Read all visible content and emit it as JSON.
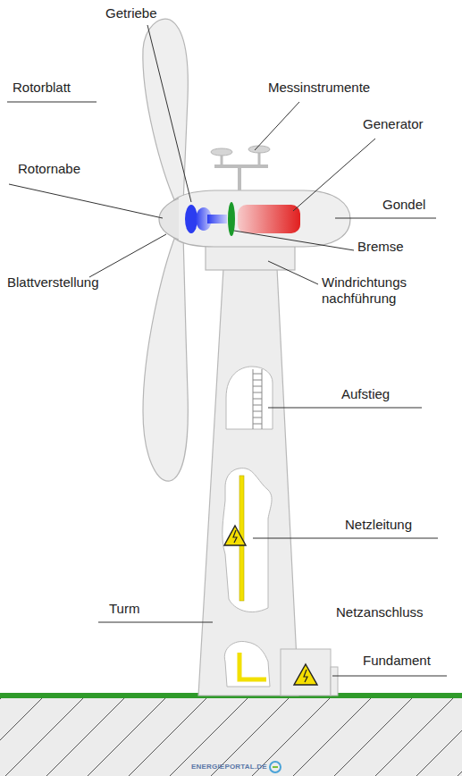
{
  "diagram": {
    "labels": [
      "Getriebe",
      "Rotorblatt",
      "Messinstrumente",
      "Generator",
      "Rotornabe",
      "Gondel",
      "Bremse",
      "Blattverstellung",
      "Windrichtungs nachführung",
      "Aufstieg",
      "Netzleitung",
      "Turm",
      "Netzanschluss",
      "Fundament",
      "ENERGIEPORTAL.DE"
    ]
  }
}
